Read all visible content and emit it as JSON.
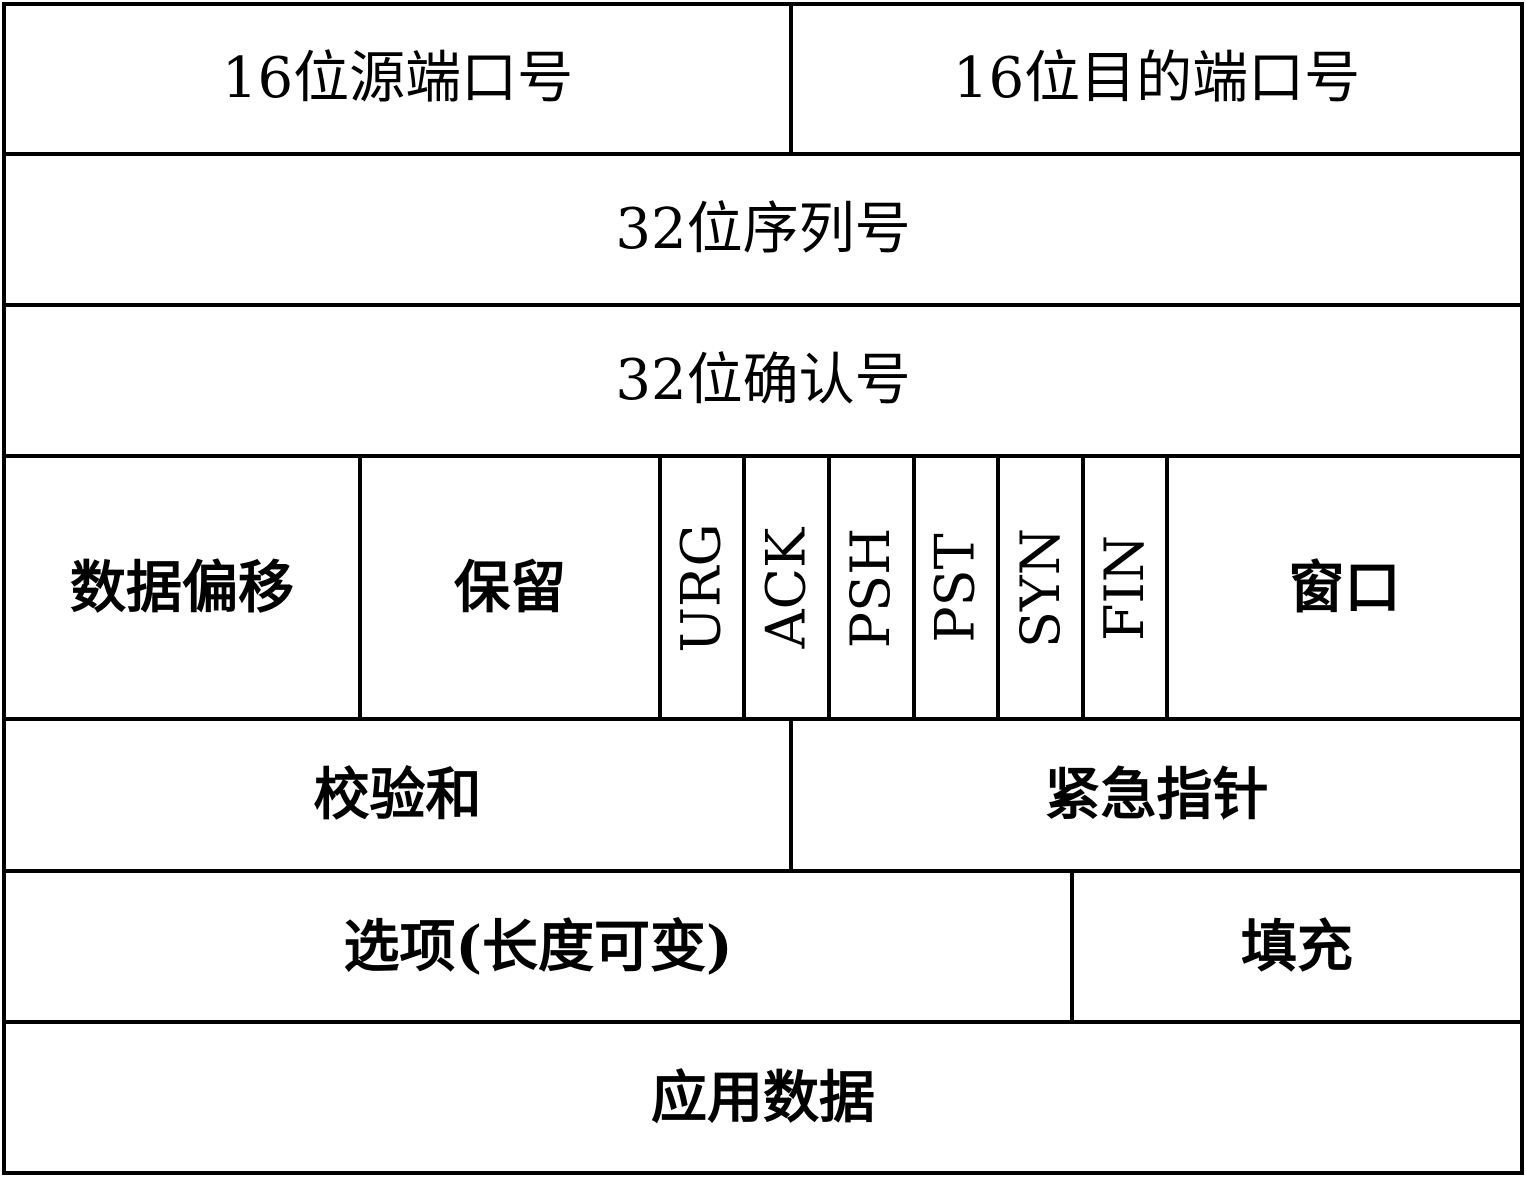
{
  "header_fields": {
    "src_port": "16位源端口号",
    "dst_port": "16位目的端口号",
    "seq_num": "32位序列号",
    "ack_num": "32位确认号",
    "data_offset": "数据偏移",
    "reserved": "保留",
    "flags": [
      "URG",
      "ACK",
      "PSH",
      "PST",
      "SYN",
      "FIN"
    ],
    "window": "窗口",
    "checksum": "校验和",
    "urgent_pointer": "紧急指针",
    "options": "选项(长度可变)",
    "padding": "填充",
    "app_data": "应用数据"
  },
  "colors": {
    "line": "#000000",
    "background": "#ffffff",
    "text": "#000000"
  }
}
